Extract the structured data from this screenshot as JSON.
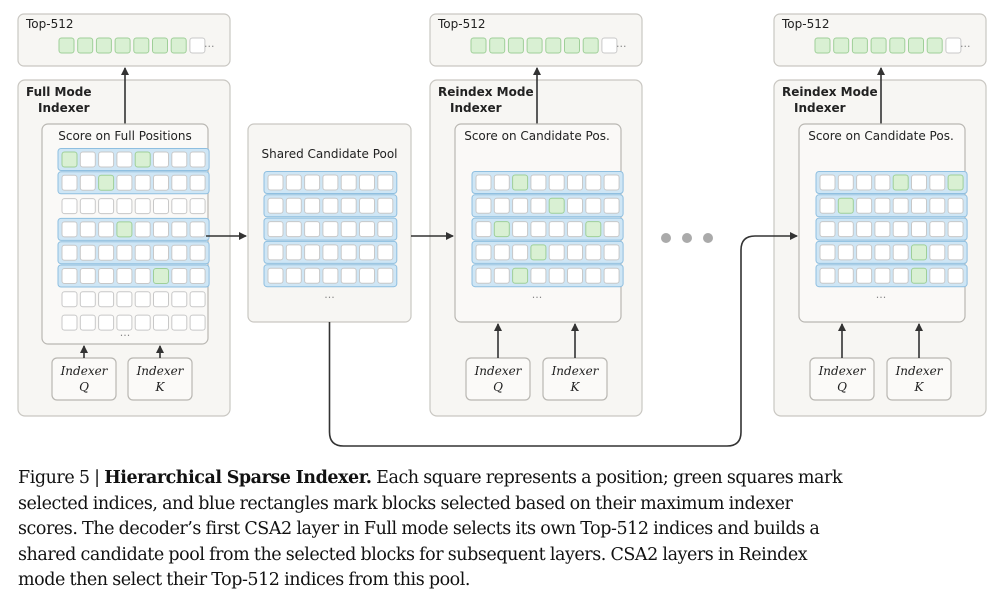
{
  "panels": [
    {
      "id": "full",
      "title_lines": [
        "Full Mode",
        "Indexer"
      ],
      "inner_title": "Score on Full Positions",
      "topk_label": "Top-512",
      "topk_green": [
        0,
        1,
        2,
        3,
        4,
        5,
        6
      ],
      "topk_more": "...",
      "rows": [
        {
          "selected": true,
          "green": [
            0,
            4
          ]
        },
        {
          "selected": true,
          "green": [
            2
          ]
        },
        {
          "selected": false,
          "green": []
        },
        {
          "selected": true,
          "green": [
            3
          ]
        },
        {
          "selected": true,
          "green": []
        },
        {
          "selected": true,
          "green": [
            5
          ]
        },
        {
          "selected": false,
          "green": []
        },
        {
          "selected": false,
          "green": []
        }
      ],
      "more": "...",
      "inputs": [
        {
          "top": "Indexer",
          "bottom": "Q"
        },
        {
          "top": "Indexer",
          "bottom": "K"
        }
      ]
    },
    {
      "id": "reindex1",
      "title_lines": [
        "Reindex Mode",
        "Indexer"
      ],
      "inner_title": "Score on Candidate Pos.",
      "topk_label": "Top-512",
      "topk_green": [
        0,
        1,
        2,
        3,
        4,
        5,
        6
      ],
      "topk_more": "...",
      "rows": [
        {
          "selected": true,
          "green": [
            2
          ]
        },
        {
          "selected": true,
          "green": [
            4
          ]
        },
        {
          "selected": true,
          "green": [
            1,
            6
          ]
        },
        {
          "selected": true,
          "green": [
            3
          ]
        },
        {
          "selected": true,
          "green": [
            2
          ]
        }
      ],
      "more": "...",
      "inputs": [
        {
          "top": "Indexer",
          "bottom": "Q"
        },
        {
          "top": "Indexer",
          "bottom": "K"
        }
      ]
    },
    {
      "id": "reindex2",
      "title_lines": [
        "Reindex Mode",
        "Indexer"
      ],
      "inner_title": "Score on Candidate Pos.",
      "topk_label": "Top-512",
      "topk_green": [
        0,
        1,
        2,
        3,
        4,
        5,
        6
      ],
      "topk_more": "...",
      "rows": [
        {
          "selected": true,
          "green": [
            4,
            7
          ]
        },
        {
          "selected": true,
          "green": [
            1
          ]
        },
        {
          "selected": true,
          "green": []
        },
        {
          "selected": true,
          "green": [
            5
          ]
        },
        {
          "selected": true,
          "green": [
            5
          ]
        }
      ],
      "more": "...",
      "inputs": [
        {
          "top": "Indexer",
          "bottom": "Q"
        },
        {
          "top": "Indexer",
          "bottom": "K"
        }
      ]
    }
  ],
  "pool": {
    "title": "Shared Candidate Pool",
    "rows": 5,
    "more": "..."
  },
  "ellipsis_dots": 3,
  "colors": {
    "panel_fill": "#f7f6f3",
    "panel_stroke": "#c9c7c2",
    "cell_fill": "#ffffff",
    "cell_stroke": "#c8c8c8",
    "green_fill": "#d9f0d3",
    "green_stroke": "#9fcf98",
    "blue_fill": "#cfe6f5",
    "blue_stroke": "#8fbfe0",
    "arrow": "#333333"
  },
  "caption": {
    "line1_prefix": "Figure 5 | ",
    "line1_bold": "Hierarchical Sparse Indexer.",
    "line1_rest": " Each square represents a position; green squares mark",
    "line2": "selected indices, and blue rectangles mark blocks selected based on their maximum indexer",
    "line3": "scores. The decoder’s first CSA2 layer in Full mode selects its own Top-512 indices and builds a",
    "line4": "shared candidate pool from the selected blocks for subsequent layers. CSA2 layers in Reindex",
    "line5": "mode then select their Top-512 indices from this pool."
  }
}
